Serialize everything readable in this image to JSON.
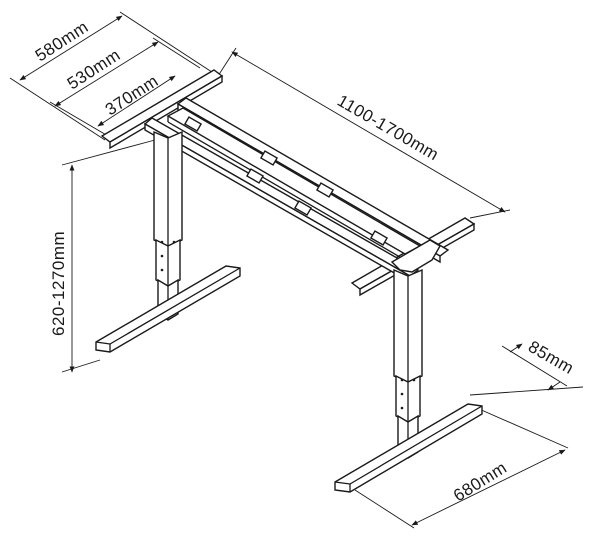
{
  "dimensions": {
    "width_580": "580mm",
    "width_530": "530mm",
    "width_370": "370mm",
    "length": "1100-1700mm",
    "height": "620-1270mm",
    "foot_width": "85mm",
    "foot_length": "680mm"
  },
  "colors": {
    "line": "#1a1a1a",
    "background": "#ffffff"
  }
}
